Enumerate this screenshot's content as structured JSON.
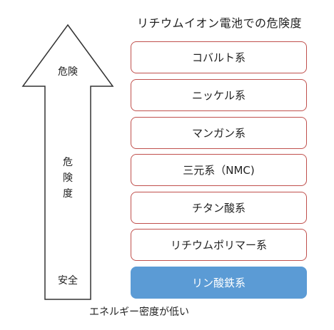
{
  "title": "リチウムイオン電池での危険度",
  "arrow": {
    "top_label": "危険",
    "middle_label": [
      "危",
      "険",
      "度"
    ],
    "bottom_label": "安全"
  },
  "categories": [
    {
      "label": "コバルト系",
      "highlighted": false
    },
    {
      "label": "ニッケル系",
      "highlighted": false
    },
    {
      "label": "マンガン系",
      "highlighted": false
    },
    {
      "label": "三元系（NMC)",
      "highlighted": false
    },
    {
      "label": "チタン酸系",
      "highlighted": false
    },
    {
      "label": "リチウムポリマー系",
      "highlighted": false
    },
    {
      "label": "リン酸鉄系",
      "highlighted": true
    }
  ],
  "footer_label": "エネルギー密度が低い",
  "colors": {
    "box_border": "#c0504d",
    "highlight_fill": "#5b9bd5",
    "arrow_stroke": "#333333"
  }
}
